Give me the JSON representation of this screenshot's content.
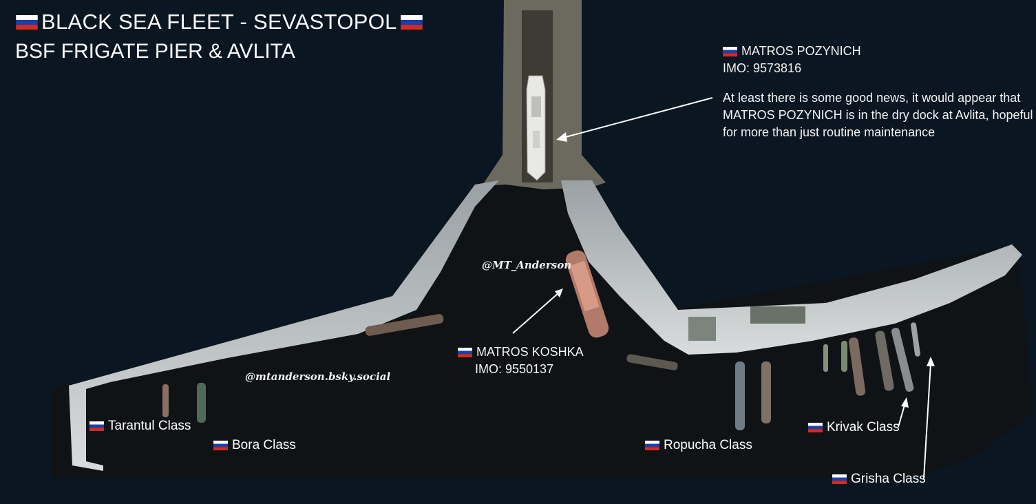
{
  "title": "BLACK SEA FLEET -  SEVASTOPOL",
  "subtitle": "BSF FRIGATE PIER & AVLITA",
  "flag_colors": [
    "#ffffff",
    "#1c3fa8",
    "#d52b1e"
  ],
  "callouts": {
    "pozynich": {
      "name": "MATROS POZYNICH",
      "imo": "IMO: 9573816",
      "note_lines": [
        "At least there is some good news, it would appear that",
        "MATROS POZYNICH is in the dry dock at Avlita, hopeful",
        "for more than just routine maintenance"
      ]
    },
    "koshka": {
      "name": "MATROS KOSHKA",
      "imo": "IMO: 9550137"
    }
  },
  "classes": {
    "tarantul": "Tarantul Class",
    "bora": "Bora Class",
    "ropucha": "Ropucha Class",
    "krivak": "Krivak Class",
    "grisha": "Grisha Class"
  },
  "credits": {
    "handle1": "@MT_Anderson",
    "handle2": "@mtanderson.bsky.social"
  }
}
